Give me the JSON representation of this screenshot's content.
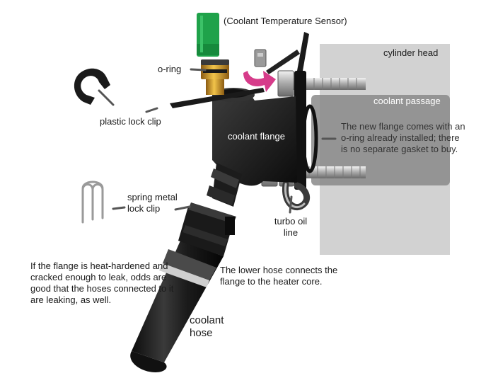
{
  "labels": {
    "sensor": "(Coolant Temperature Sensor)",
    "cylinder_head": "cylinder head",
    "o_ring": "o-ring",
    "coolant_passage": "coolant passage",
    "flange_note": "The new flange comes with an o-ring already installed; there is no separate gasket to buy.",
    "coolant_flange": "coolant flange",
    "plastic_lock_clip": "plastic lock clip",
    "spring_metal_lock_clip": "spring metal lock clip",
    "turbo_oil_line": "turbo oil line",
    "left_note": "If the flange is heat-hardened and cracked enough to leak, odds are good that the hoses connected to it are leaking, as well.",
    "lower_hose_note": "The lower hose connects the flange to the heater core.",
    "coolant_hose": "coolant hose"
  },
  "colors": {
    "cylinder_head": "#d2d2d2",
    "coolant_passage": "#8a8a8a",
    "flange_body": "#222222",
    "sensor_green": "#1fa24a",
    "brass": "#d9a62e",
    "arrow_pink": "#d63c8a",
    "leader_lines": "#555555"
  }
}
